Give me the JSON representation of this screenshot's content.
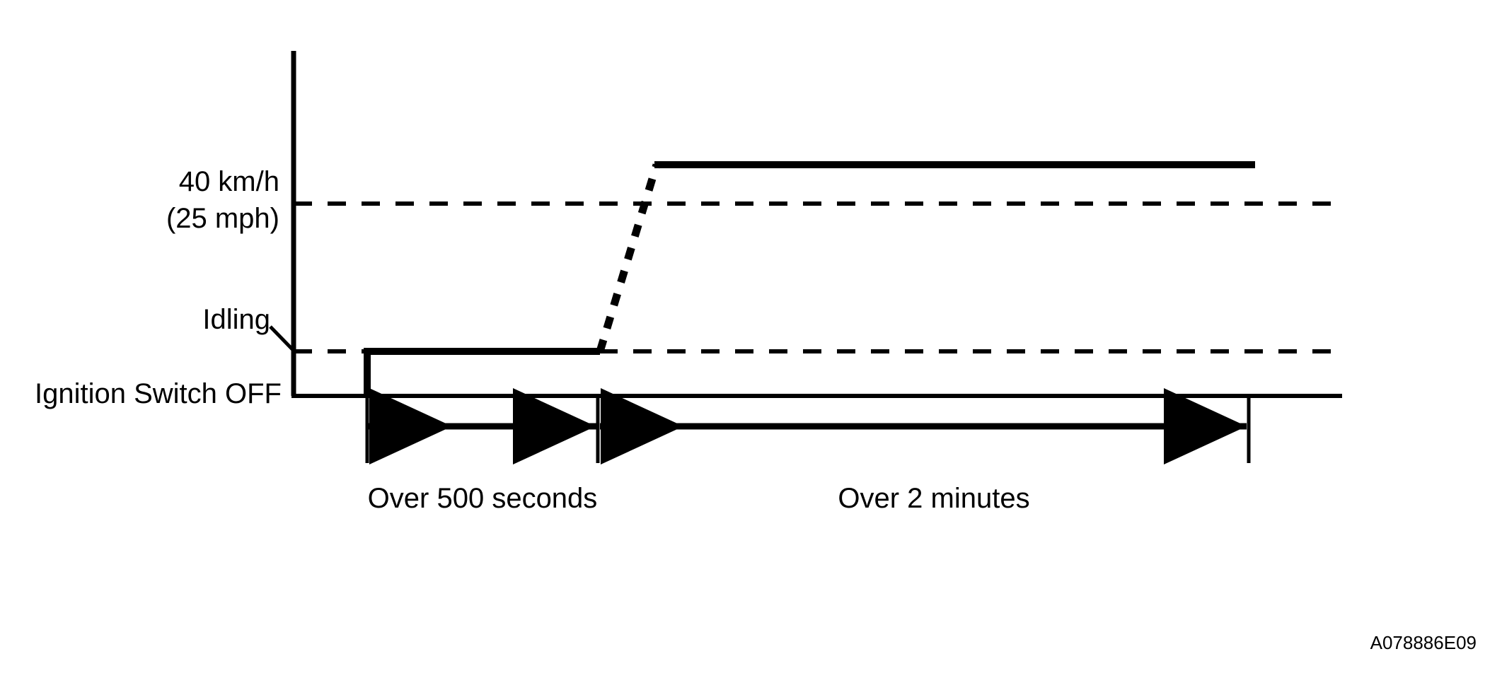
{
  "figure": {
    "reference_code": "A078886E09",
    "line_color": "#000000",
    "background_color": "#FFFFFF",
    "y_axis_labels": {
      "speed_primary": "40 km/h",
      "speed_secondary": "(25 mph)",
      "idling": "Idling",
      "ignition_off": "Ignition Switch OFF"
    },
    "duration_labels": {
      "phase_one": "Over 500 seconds",
      "phase_two": "Over 2 minutes"
    }
  },
  "chart_data": {
    "type": "line",
    "title": "",
    "xlabel": "",
    "ylabel": "",
    "description": "Vehicle speed versus time drive pattern: ignition switch off, then idling for over 500 seconds, then acceleration to over 40 km/h (25 mph) held for over 2 minutes.",
    "y_levels": [
      {
        "name": "Ignition Switch OFF",
        "label": "Ignition Switch OFF",
        "value": 0,
        "gridline": false
      },
      {
        "name": "Idling",
        "label": "Idling",
        "value": 1,
        "gridline": true,
        "gridline_style": "dashed"
      },
      {
        "name": "40 km/h",
        "label": "40 km/h (25 mph)",
        "value": 2,
        "gridline": true,
        "gridline_style": "dashed"
      }
    ],
    "series": [
      {
        "name": "Vehicle speed",
        "style": "solid",
        "points": [
          {
            "x": 0,
            "y": 0
          },
          {
            "x": 0,
            "y": 1
          },
          {
            "x": 500,
            "y": 1
          }
        ]
      },
      {
        "name": "Acceleration ramp",
        "style": "dashed",
        "points": [
          {
            "x": 500,
            "y": 1
          },
          {
            "x": 560,
            "y": 2.3
          }
        ]
      },
      {
        "name": "Cruise above 40 km/h",
        "style": "solid",
        "points": [
          {
            "x": 560,
            "y": 2.3
          },
          {
            "x": 1200,
            "y": 2.3
          }
        ]
      }
    ],
    "annotations": [
      {
        "name": "phase-one-duration",
        "label": "Over 500 seconds",
        "from_x": 0,
        "to_x": 500,
        "arrow": "double"
      },
      {
        "name": "phase-two-duration",
        "label": "Over 2 minutes",
        "from_x": 500,
        "to_x": 1200,
        "arrow": "double"
      }
    ],
    "legend": "none",
    "grid": true
  }
}
